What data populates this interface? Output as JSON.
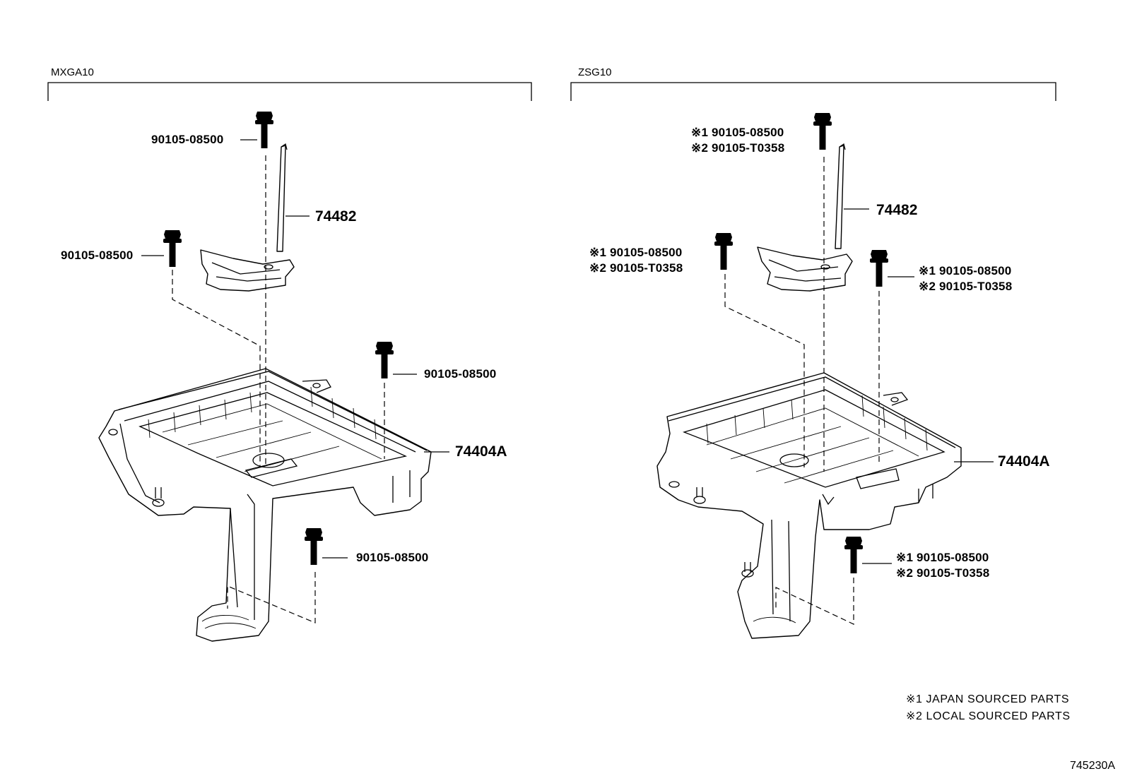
{
  "sections": [
    {
      "id": "left",
      "title": "MXGA10",
      "labels": {
        "bolt_top": "90105-08500",
        "bolt_left": "90105-08500",
        "bolt_right": "90105-08500",
        "bolt_bottom": "90105-08500",
        "clamp": "74482",
        "tray": "74404A"
      }
    },
    {
      "id": "right",
      "title": "ZSG10",
      "labels": {
        "bolt_top": [
          "※1 90105-08500",
          "※2 90105-T0358"
        ],
        "bolt_left": [
          "※1 90105-08500",
          "※2 90105-T0358"
        ],
        "bolt_right": [
          "※1 90105-08500",
          "※2 90105-T0358"
        ],
        "bolt_bottom": [
          "※1 90105-08500",
          "※2 90105-T0358"
        ],
        "clamp": "74482",
        "tray": "74404A"
      }
    }
  ],
  "legend": [
    "※1 JAPAN SOURCED PARTS",
    "※2 LOCAL SOURCED PARTS"
  ],
  "figure_id": "745230A",
  "icons": [
    "flange-bolt-icon",
    "battery-clamp-icon",
    "battery-tray-icon"
  ]
}
